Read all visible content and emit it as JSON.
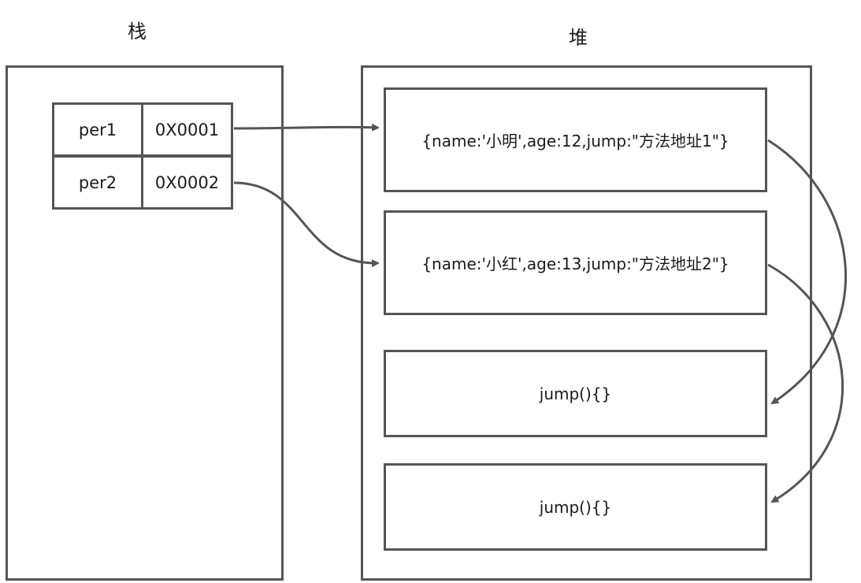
{
  "stack": {
    "title": "栈",
    "rows": [
      {
        "name": "per1",
        "address": "0X0001"
      },
      {
        "name": "per2",
        "address": "0X0002"
      }
    ]
  },
  "heap": {
    "title": "堆",
    "objects": [
      "{name:'小明',age:12,jump:\"方法地址1\"}",
      "{name:'小红',age:13,jump:\"方法地址2\"}"
    ],
    "functions": [
      "jump(){}",
      "jump(){}"
    ]
  },
  "colors": {
    "stroke": "#555555"
  }
}
